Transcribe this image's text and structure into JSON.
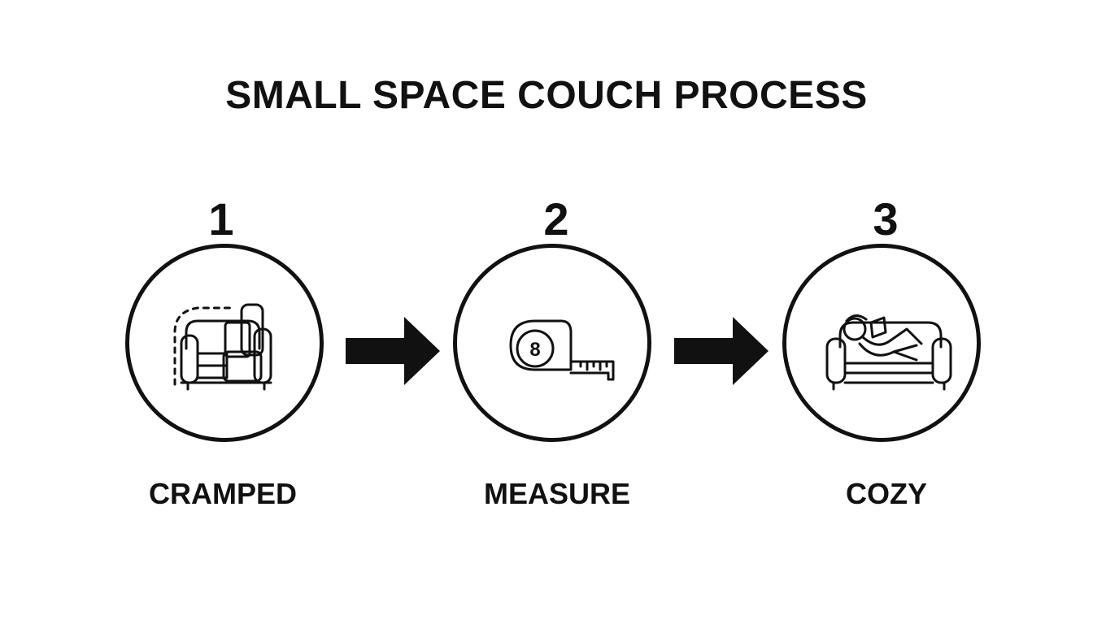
{
  "title": "SMALL SPACE COUCH PROCESS",
  "steps": [
    {
      "number": "1",
      "label": "CRAMPED",
      "icon": "cramped-couch-icon"
    },
    {
      "number": "2",
      "label": "MEASURE",
      "icon": "tape-measure-icon",
      "icon_text": "8"
    },
    {
      "number": "3",
      "label": "COZY",
      "icon": "person-relaxing-on-couch-icon"
    }
  ],
  "colors": {
    "foreground": "#111111",
    "background": "#ffffff"
  }
}
